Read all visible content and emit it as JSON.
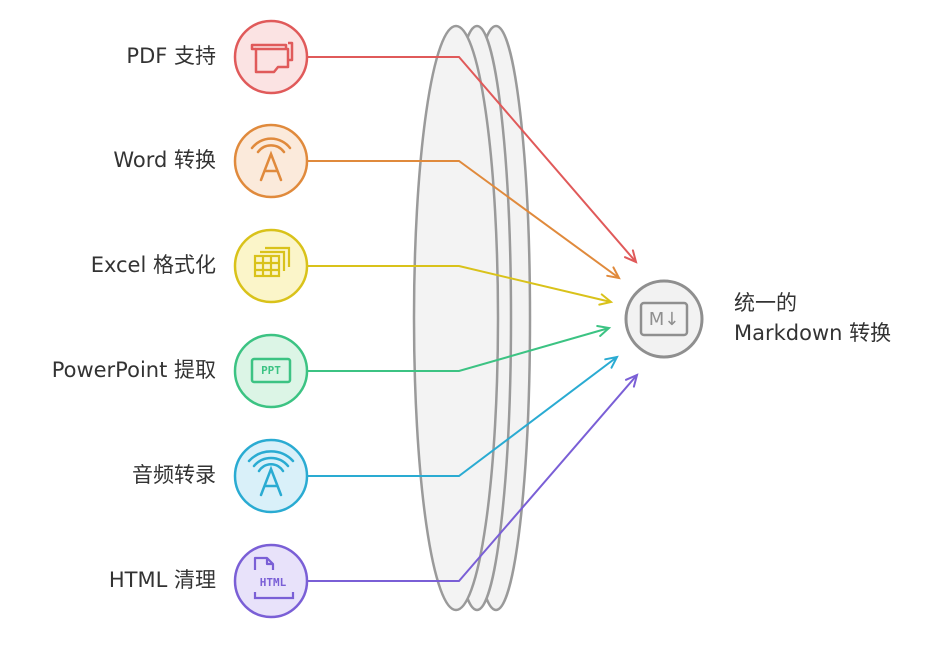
{
  "diagram": {
    "sources": [
      {
        "label": "PDF 支持",
        "icon": "pdf-document-icon",
        "color": "#e05a5a",
        "fill": "#fbe3e3"
      },
      {
        "label": "Word 转换",
        "icon": "font-letter-icon",
        "color": "#e08a3c",
        "fill": "#fbeadb"
      },
      {
        "label": "Excel 格式化",
        "icon": "spreadsheet-icon",
        "color": "#d9c21a",
        "fill": "#fbf5c9"
      },
      {
        "label": "PowerPoint 提取",
        "icon": "ppt-badge-icon",
        "icon_text": "PPT",
        "color": "#3cc383",
        "fill": "#dcf5e6"
      },
      {
        "label": "音频转录",
        "icon": "audio-letter-icon",
        "color": "#2aabd2",
        "fill": "#d9f0f9"
      },
      {
        "label": "HTML 清理",
        "icon": "html-file-icon",
        "icon_text": "HTML",
        "color": "#7a5fd6",
        "fill": "#e8e2fa"
      }
    ],
    "target": {
      "label_line1": "统一的",
      "label_line2": "Markdown 转换",
      "icon": "markdown-icon",
      "icon_text": "M↓",
      "color": "#8f8f8f",
      "fill": "#f2f2f2"
    },
    "lens": {
      "icon": "lens-disc-icon",
      "color": "#9a9a9a",
      "fill": "#f3f3f3"
    }
  }
}
